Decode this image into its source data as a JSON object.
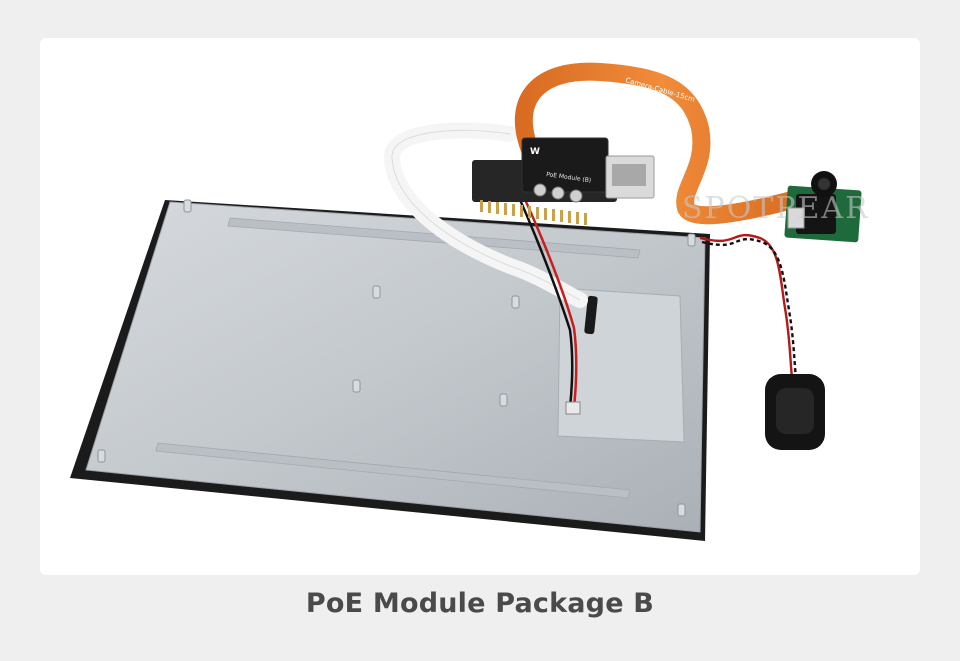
{
  "caption": "PoE Module Package B",
  "watermark": "SPOTPEAR",
  "board_label": "PoE Module (B)",
  "ribbon_label": "Camera-Cable-15cm",
  "colors": {
    "page_background": "#efefef",
    "card_background": "#ffffff",
    "caption_text": "#4a4a4a",
    "panel_metal": "#c9ced3",
    "panel_frame": "#1b1b1b",
    "ribbon_cable": "#e07a2c",
    "pcb_dark": "#1a1a1a",
    "camera_pcb": "#1f6a3a"
  },
  "icons": {
    "logo": "waveshare-logo-icon"
  }
}
